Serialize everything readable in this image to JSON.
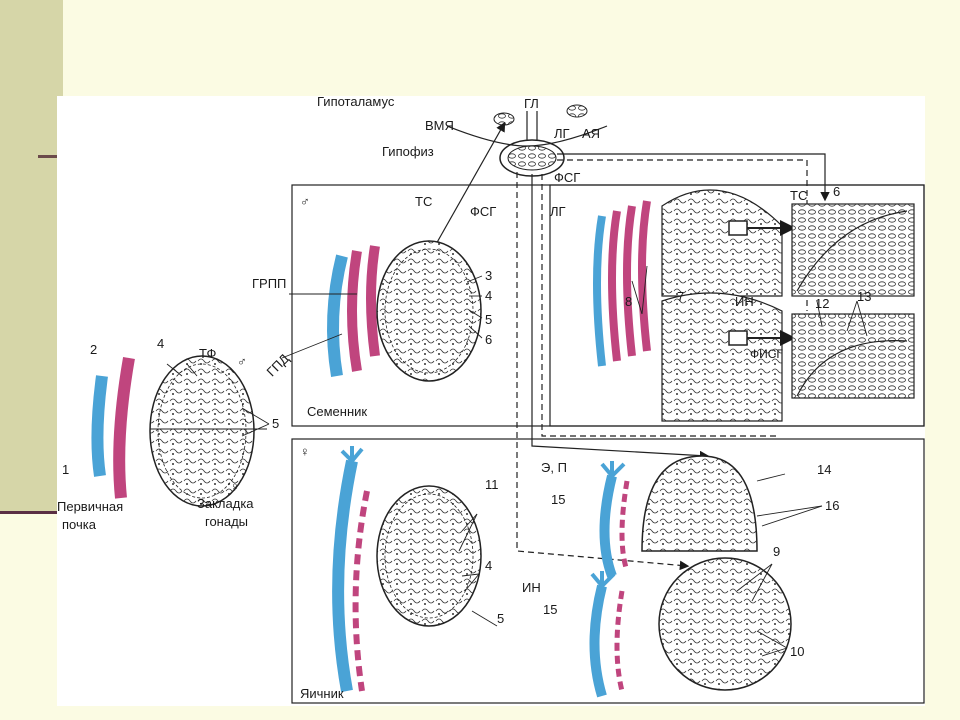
{
  "labels": {
    "hypothalamus": "Гипоталамус",
    "gl": "ГЛ",
    "vmya": "ВМЯ",
    "aya": "АЯ",
    "lg_top": "ЛГ",
    "pituitary": "Гипофиз",
    "fsg_top": "ФСГ",
    "male_sign": "♂",
    "ts_left": "ТС",
    "fsg_mid": "ФСГ",
    "lg_mid": "ЛГ",
    "ts_right": "ТС",
    "n6_top": "6",
    "grpp": "ГРПП",
    "gpd": "ГПД",
    "n3": "3",
    "n4_testis": "4",
    "n5_testis": "5",
    "n6_testis": "6",
    "n8": "8",
    "n7": "7",
    "in_top": "ИН",
    "n12": "12",
    "n13": "13",
    "fisg": "ФИСГ",
    "n2": "2",
    "n4_left": "4",
    "tf": "ТФ",
    "male_sign_2": "♂",
    "n5_left": "5",
    "testis": "Семенник",
    "female_sign_left": "♀",
    "female_sign": "♀",
    "ep": "Э, П",
    "n1": "1",
    "primary_kidney_1": "Первичная",
    "primary_kidney_2": "почка",
    "gonad_1": "Закладка",
    "gonad_2": "гонады",
    "n11": "11",
    "n14": "14",
    "n15_top": "15",
    "n16": "16",
    "n4_ovary": "4",
    "n5_ovary": "5",
    "n9": "9",
    "in_bottom": "ИН",
    "n15_bottom": "15",
    "n10": "10",
    "ovary": "Яичник"
  },
  "colors": {
    "background": "#fbfbe3",
    "sidebar": "#d6d6a8",
    "rule": "#5a2f44",
    "blue_duct": "#4aa3d6",
    "magenta_duct": "#c0457e",
    "line": "#1a1a1a"
  }
}
